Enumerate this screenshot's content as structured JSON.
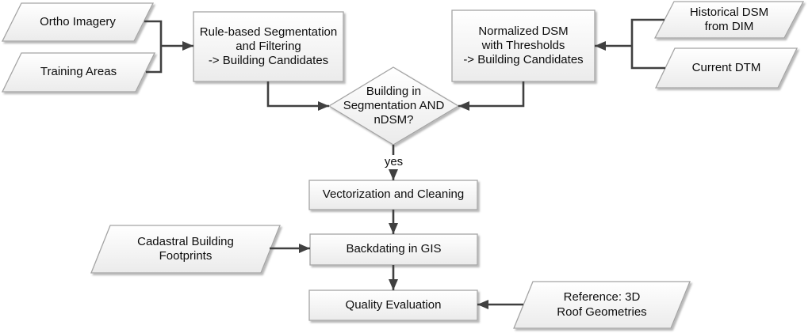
{
  "diagram_type": "flowchart",
  "colors": {
    "background": "#ffffff",
    "connector": "#404040",
    "shape_border": "#a4a4a4",
    "shape_fill_top": "#ffffff",
    "shape_fill_bottom": "#ebebeb",
    "text": "#0d0d0d"
  },
  "nodes": {
    "ortho_imagery": {
      "shape": "parallelogram",
      "label": "Ortho Imagery"
    },
    "training_areas": {
      "shape": "parallelogram",
      "label": "Training Areas"
    },
    "rule_based": {
      "shape": "process",
      "label": "Rule-based Segmentation\nand Filtering\n-> Building Candidates"
    },
    "normalized_dsm": {
      "shape": "process",
      "label": "Normalized DSM\nwith Thresholds\n-> Building Candidates"
    },
    "historical_dsm": {
      "shape": "parallelogram",
      "label": "Historical DSM\nfrom DIM"
    },
    "current_dtm": {
      "shape": "parallelogram",
      "label": "Current DTM"
    },
    "decision": {
      "shape": "decision",
      "label": "Building in\nSegmentation AND\nnDSM?"
    },
    "vectorization": {
      "shape": "process",
      "label": "Vectorization and Cleaning"
    },
    "cadastral": {
      "shape": "parallelogram",
      "label": "Cadastral Building\nFootprints"
    },
    "backdating": {
      "shape": "process",
      "label": "Backdating in GIS"
    },
    "quality": {
      "shape": "process",
      "label": "Quality Evaluation"
    },
    "reference": {
      "shape": "parallelogram",
      "label": "Reference: 3D\nRoof Geometries"
    }
  },
  "edge_labels": {
    "decision_yes": "yes"
  }
}
